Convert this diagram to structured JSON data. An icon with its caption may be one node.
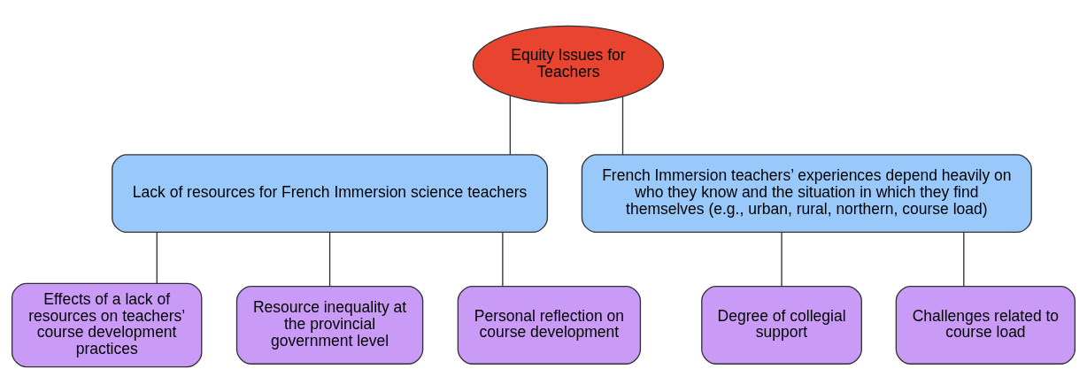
{
  "diagram": {
    "nodes": [
      {
        "text": [
          "Equity Issues for Teachers"
        ]
      },
      {
        "text": [
          "Lack of resources for French Immersion science teachers"
        ]
      },
      {
        "text": [
          "French Immersion teachers’ experiences depend heavily on who they know and the situation in which they find themselves (e.g., urban, rural, northern, course load)"
        ]
      },
      {
        "text": [
          "Effects of a lack of resources on teachers’ course development practices"
        ]
      },
      {
        "text": [
          "Resource inequality at the provincial government level"
        ]
      },
      {
        "text": [
          "Personal reflection on course development"
        ]
      },
      {
        "text": [
          "Degree of collegial support"
        ]
      },
      {
        "text": [
          "Challenges related to course load"
        ]
      }
    ],
    "edges": [
      {
        "from": 0,
        "to": 1,
        "arrow": "none"
      },
      {
        "from": 0,
        "to": 2,
        "arrow": "none"
      },
      {
        "from": 1,
        "to": 3,
        "arrow": "none"
      },
      {
        "from": 1,
        "to": 4,
        "arrow": "none"
      },
      {
        "from": 1,
        "to": 5,
        "arrow": "none"
      },
      {
        "from": 2,
        "to": 6,
        "arrow": "none"
      },
      {
        "from": 2,
        "to": 7,
        "arrow": "none"
      }
    ]
  }
}
